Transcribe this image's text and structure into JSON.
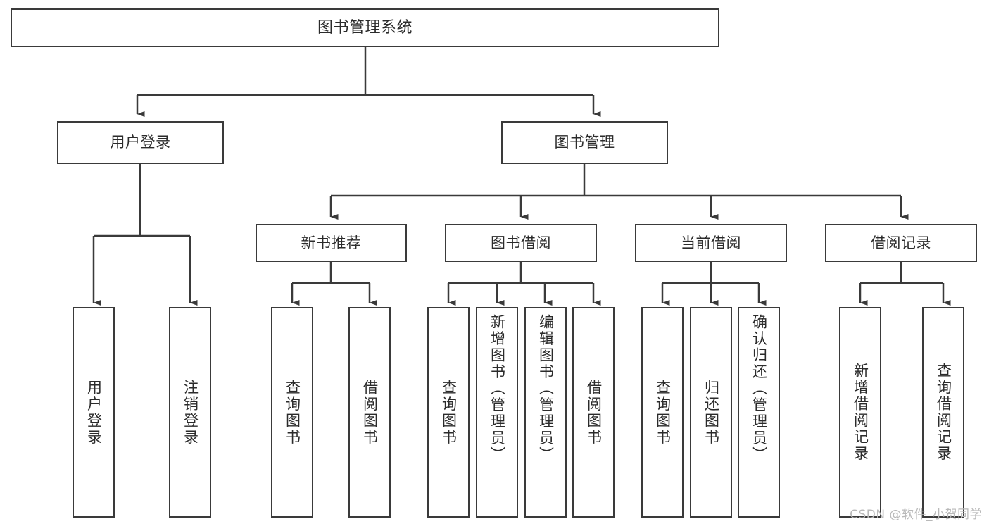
{
  "diagram": {
    "title": "图书管理系统",
    "type": "tree-hierarchy",
    "watermark": "CSDN @软件_小贺同学",
    "colors": {
      "node_border": "#3a3a3a",
      "node_fill": "#ffffff",
      "edge": "#3a3a3a",
      "text": "#2b2b2b",
      "watermark": "#b9b9b9",
      "background": "#ffffff"
    },
    "levels": {
      "root": "图书管理系统",
      "level2": [
        "用户登录",
        "图书管理"
      ],
      "level3": [
        "新书推荐",
        "图书借阅",
        "当前借阅",
        "借阅记录"
      ]
    },
    "nodes": {
      "root": {
        "label": "图书管理系统"
      },
      "user_login": {
        "label": "用户登录"
      },
      "book_manage": {
        "label": "图书管理"
      },
      "new_book_rec": {
        "label": "新书推荐"
      },
      "book_borrow": {
        "label": "图书借阅"
      },
      "current_borrow": {
        "label": "当前借阅"
      },
      "borrow_record": {
        "label": "借阅记录"
      },
      "leaf_user_login": {
        "label": "用户登录"
      },
      "leaf_user_logout": {
        "label": "注销登录"
      },
      "leaf_rec_query": {
        "label": "查询图书"
      },
      "leaf_rec_borrow": {
        "label": "借阅图书"
      },
      "leaf_borrow_query": {
        "label": "查询图书"
      },
      "leaf_borrow_add": {
        "label": "新增图书（管理员）"
      },
      "leaf_borrow_edit": {
        "label": "编辑图书（管理员）"
      },
      "leaf_borrow_lend": {
        "label": "借阅图书"
      },
      "leaf_current_query": {
        "label": "查询图书"
      },
      "leaf_current_return": {
        "label": "归还图书"
      },
      "leaf_current_confirm": {
        "label": "确认归还（管理员）"
      },
      "leaf_record_add": {
        "label": "新增借阅记录"
      },
      "leaf_record_query": {
        "label": "查询借阅记录"
      }
    },
    "edges": [
      {
        "from": "root",
        "to": "user_login"
      },
      {
        "from": "root",
        "to": "book_manage"
      },
      {
        "from": "user_login",
        "to": "leaf_user_login"
      },
      {
        "from": "user_login",
        "to": "leaf_user_logout"
      },
      {
        "from": "book_manage",
        "to": "new_book_rec"
      },
      {
        "from": "book_manage",
        "to": "book_borrow"
      },
      {
        "from": "book_manage",
        "to": "current_borrow"
      },
      {
        "from": "book_manage",
        "to": "borrow_record"
      },
      {
        "from": "new_book_rec",
        "to": "leaf_rec_query"
      },
      {
        "from": "new_book_rec",
        "to": "leaf_rec_borrow"
      },
      {
        "from": "book_borrow",
        "to": "leaf_borrow_query"
      },
      {
        "from": "book_borrow",
        "to": "leaf_borrow_add"
      },
      {
        "from": "book_borrow",
        "to": "leaf_borrow_edit"
      },
      {
        "from": "book_borrow",
        "to": "leaf_borrow_lend"
      },
      {
        "from": "current_borrow",
        "to": "leaf_current_query"
      },
      {
        "from": "current_borrow",
        "to": "leaf_current_return"
      },
      {
        "from": "current_borrow",
        "to": "leaf_current_confirm"
      },
      {
        "from": "borrow_record",
        "to": "leaf_record_add"
      },
      {
        "from": "borrow_record",
        "to": "leaf_record_query"
      }
    ]
  }
}
